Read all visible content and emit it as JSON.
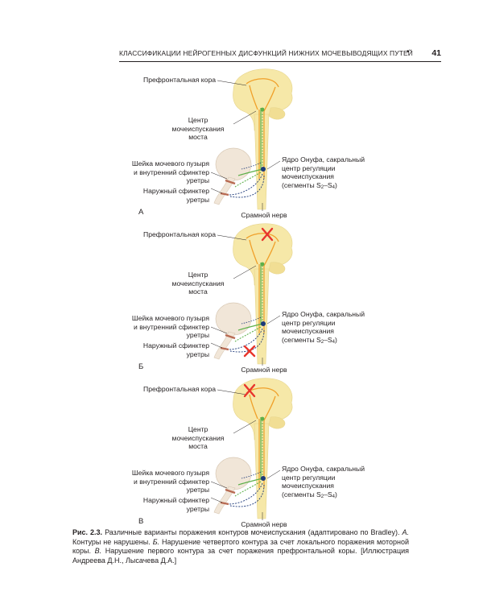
{
  "header": {
    "running_title": "КЛАССИФИКАЦИИ НЕЙРОГЕННЫХ ДИСФУНКЦИЙ НИЖНИХ МОЧЕВЫВОДЯЩИХ ПУТЕЙ",
    "bullet": "•",
    "page_number": "41"
  },
  "labels": {
    "prefrontal": "Префронтальная кора",
    "pons_1": "Центр",
    "pons_2": "мочеиспускания",
    "pons_3": "моста",
    "bladder_1": "Шейка мочевого пузыря",
    "bladder_2": "и внутренний сфинктер",
    "bladder_3": "уретры",
    "ext_1": "Наружный сфинктер",
    "ext_2": "уретры",
    "onuf_1": "Ядро Онуфа, сакральный",
    "onuf_2": "центр регуляции",
    "onuf_3": "мочеиспускания",
    "onuf_4_pre": "(сегменты S",
    "onuf_4_sub1": "2",
    "onuf_4_mid": "–S",
    "onuf_4_sub2": "4",
    "onuf_4_post": ")",
    "pudendal": "Срамной нерв"
  },
  "panels": [
    {
      "letter": "А",
      "lesion": "none"
    },
    {
      "letter": "Б",
      "lesion": "pudendal"
    },
    {
      "letter": "В",
      "lesion": "prefrontal"
    }
  ],
  "caption": {
    "fig_label": "Рис. 2.3.",
    "text_1": " Различные варианты поражения контуров мочеиспускания (адаптировано по Bradley). ",
    "a_letter": "А.",
    "text_a": " Контуры не нарушены. ",
    "b_letter": "Б.",
    "text_b": " Нарушение четвертого контура за счет локального поражения моторной коры. ",
    "v_letter": "В.",
    "text_v": " Нарушение первого контура за счет поражения префронтальной коры. [Иллюстрация Андреева Д.Н., Лысачева Д.А.]"
  },
  "colors": {
    "brain": "#f6e8a8",
    "bladder": "#f1e6d8",
    "orange_path": "#f0a02a",
    "green_path": "#5db04a",
    "dark_blue": "#1e3a7a",
    "lesion": "#e8342c"
  }
}
